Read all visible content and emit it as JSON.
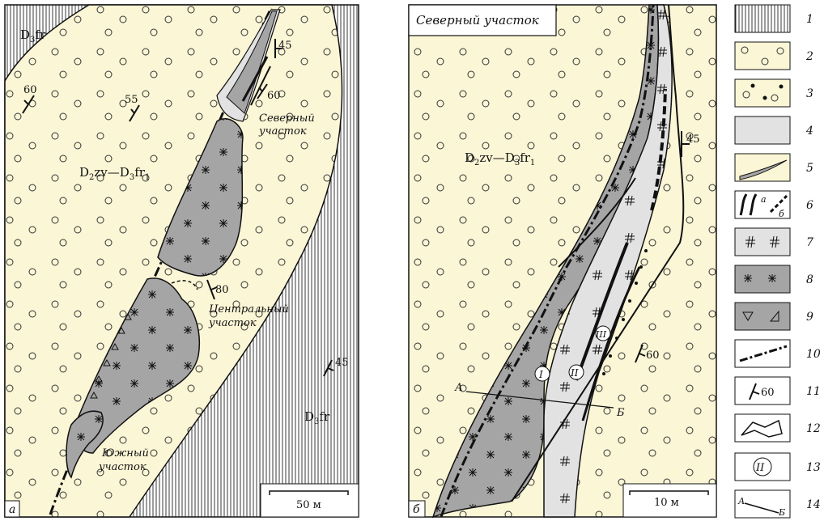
{
  "panel_a": {
    "corner_label": "а",
    "units": {
      "d3fr_top": {
        "base": "D",
        "sub": "3",
        "tail": "fr"
      },
      "d2zv": {
        "t1": "D",
        "s1": "2",
        "t2": "zv—D",
        "s2": "3",
        "t3": "fr",
        "s3": "1"
      },
      "d3fr_right": {
        "base": "D",
        "sub": "3",
        "tail": "fr"
      }
    },
    "dips": [
      "60",
      "55",
      "45",
      "60",
      "80",
      "45"
    ],
    "sites": {
      "north_l1": "Северный",
      "north_l2": "участок",
      "central_l1": "Центральный",
      "central_l2": "участок",
      "south_l1": "Южный",
      "south_l2": "участок"
    },
    "scale": "50 м"
  },
  "panel_b": {
    "corner_label": "б",
    "title": "Северный участок",
    "unit": {
      "t1": "D",
      "s1": "2",
      "t2": "zv—D",
      "s2": "3",
      "t3": "fr",
      "s3": "1"
    },
    "dips": [
      "45",
      "60"
    ],
    "zones": [
      "I",
      "II",
      "III"
    ],
    "section": {
      "start": "А",
      "end": "Б"
    },
    "scale": "10 м"
  },
  "legend": {
    "numbers": [
      "1",
      "2",
      "3",
      "4",
      "5",
      "6",
      "7",
      "8",
      "9",
      "10",
      "11",
      "12",
      "13",
      "14"
    ],
    "item6_a": "а",
    "item6_b": "б",
    "item11_value": "60",
    "item13_symbol": "II",
    "item14_start": "А",
    "item14_end": "Б"
  },
  "colors": {
    "background_yellow": "#fbf6d6",
    "gray_dark": "#a5a5a5",
    "gray_light": "#e2e2e2",
    "line": "#111111"
  }
}
